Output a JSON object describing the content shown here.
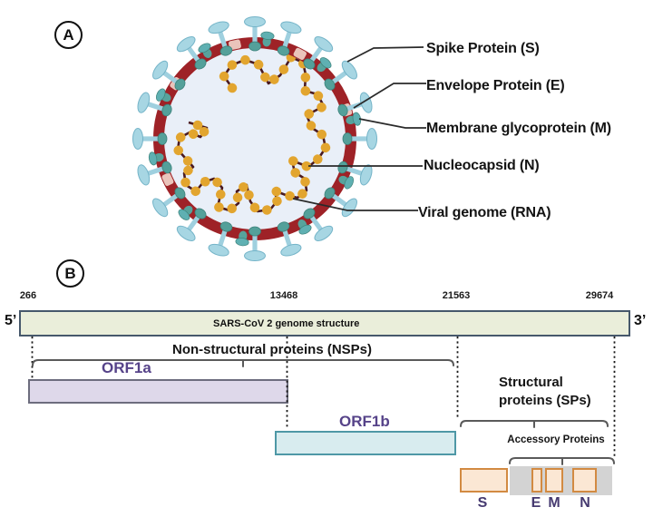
{
  "figure": {
    "panel_a_label": "A",
    "panel_b_label": "B"
  },
  "panel_a": {
    "labels": [
      "Spike Protein (S)",
      "Envelope Protein (E)",
      "Membrane glycoprotein (M)",
      "Nucleocapsid (N)",
      "Viral genome (RNA)"
    ]
  },
  "panel_b": {
    "positions": [
      "266",
      "13468",
      "21563",
      "29674"
    ],
    "five_prime": "5’",
    "three_prime": "3’",
    "genome_bar_label": "SARS-CoV 2 genome structure",
    "nsp_label": "Non-structural proteins (NSPs)",
    "orf1a_label": "ORF1a",
    "orf1b_label": "ORF1b",
    "sp_label": "Structural proteins (SPs)",
    "accessory_label": "Accessory Proteins",
    "gene_labels": [
      "S",
      "E",
      "M",
      "N"
    ]
  },
  "colors": {
    "membrane_ring": "#9e2227",
    "virus_interior": "#e9eff8",
    "spike_blue": "#9fd0df",
    "membrane_protein_teal": "#51a09a",
    "envelope_pink": "#eac4bb",
    "rna_strand": "#4a1a20",
    "nucleocapsid_dot": "#e2a52f",
    "genome_bar_fill": "#eaeeda",
    "genome_bar_border": "#46586b",
    "orf1a_fill": "#ded8ea",
    "orf1b_fill": "#d8ecef",
    "orf1b_border": "#4e98a6",
    "gene_box_fill": "#fbe7d4",
    "gene_box_border": "#d28a42",
    "accessory_strip": "#d3d3d3",
    "orf_text": "#564389",
    "gene_text": "#463a70"
  }
}
